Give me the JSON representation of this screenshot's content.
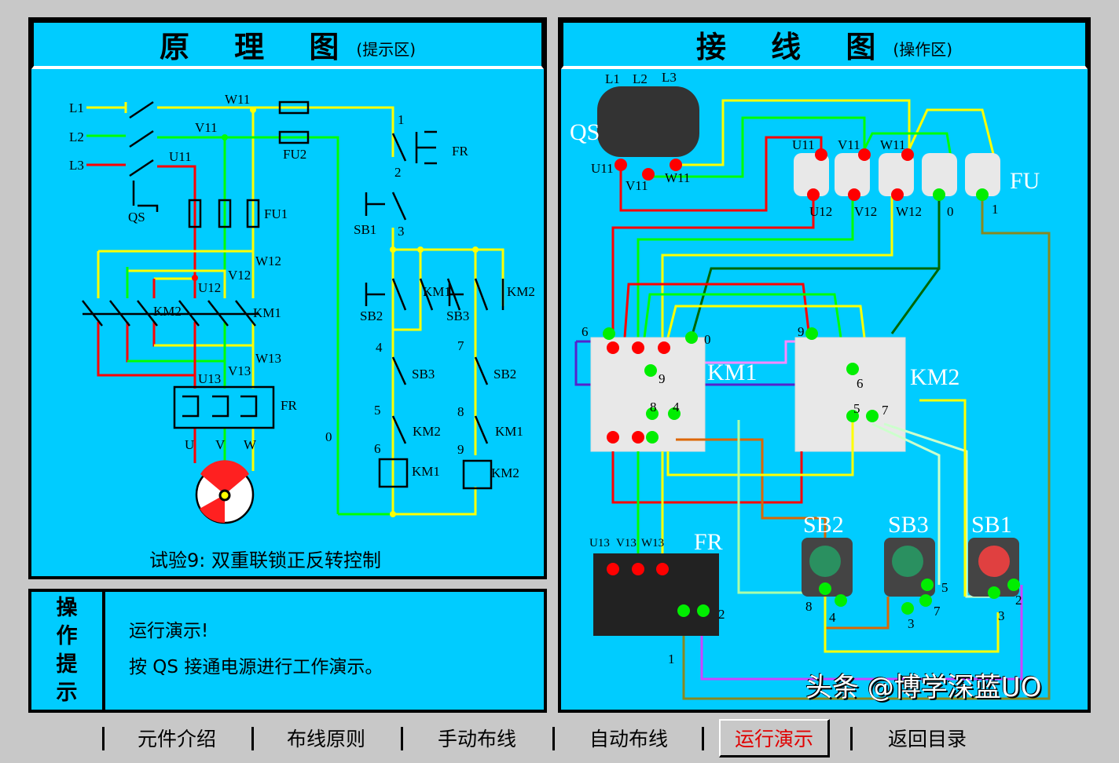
{
  "left_panel": {
    "title": "原 理 图",
    "subtitle": "(提示区)",
    "caption": "试验9: 双重联锁正反转控制",
    "labels": [
      "L1",
      "L2",
      "L3",
      "QS",
      "U11",
      "V11",
      "W11",
      "FU2",
      "FU1",
      "W12",
      "V12",
      "U12",
      "KM2",
      "KM1",
      "W13",
      "V13",
      "U13",
      "FR",
      "U",
      "V",
      "W",
      "1",
      "2",
      "FR",
      "SB1",
      "3",
      "SB2",
      "KM1",
      "SB3",
      "KM2",
      "4",
      "SB3",
      "7",
      "SB2",
      "5",
      "KM2",
      "8",
      "KM1",
      "6",
      "KM1",
      "9",
      "KM2",
      "0"
    ]
  },
  "right_panel": {
    "title": "接 线 图",
    "subtitle": "(操作区)",
    "labels": [
      "L1",
      "L2",
      "L3",
      "QS",
      "U11",
      "V11",
      "W11",
      "U11",
      "V11",
      "W11",
      "FU",
      "U12",
      "V12",
      "W12",
      "0",
      "1",
      "6",
      "0",
      "KM1",
      "9",
      "KM2",
      "6",
      "8",
      "4",
      "5",
      "7",
      "U13",
      "V13",
      "W13",
      "FR",
      "2",
      "1",
      "SB2",
      "SB3",
      "SB1",
      "8",
      "4",
      "3",
      "7",
      "5",
      "3",
      "2",
      "9"
    ]
  },
  "tips": {
    "label": [
      "操",
      "作",
      "提",
      "示"
    ],
    "lines": [
      "运行演示!",
      "按 QS 接通电源进行工作演示。"
    ]
  },
  "toolbar": {
    "buttons": [
      "元件介绍",
      "布线原则",
      "手动布线",
      "自动布线",
      "运行演示",
      "返回目录"
    ],
    "active": "运行演示"
  },
  "watermark": "头条 @博学深蓝UO",
  "colors": {
    "panel": "#00ccff",
    "phase_u": "#ff0000",
    "phase_v": "#00ff00",
    "phase_w": "#ffff00",
    "active_button": "#e00000"
  }
}
